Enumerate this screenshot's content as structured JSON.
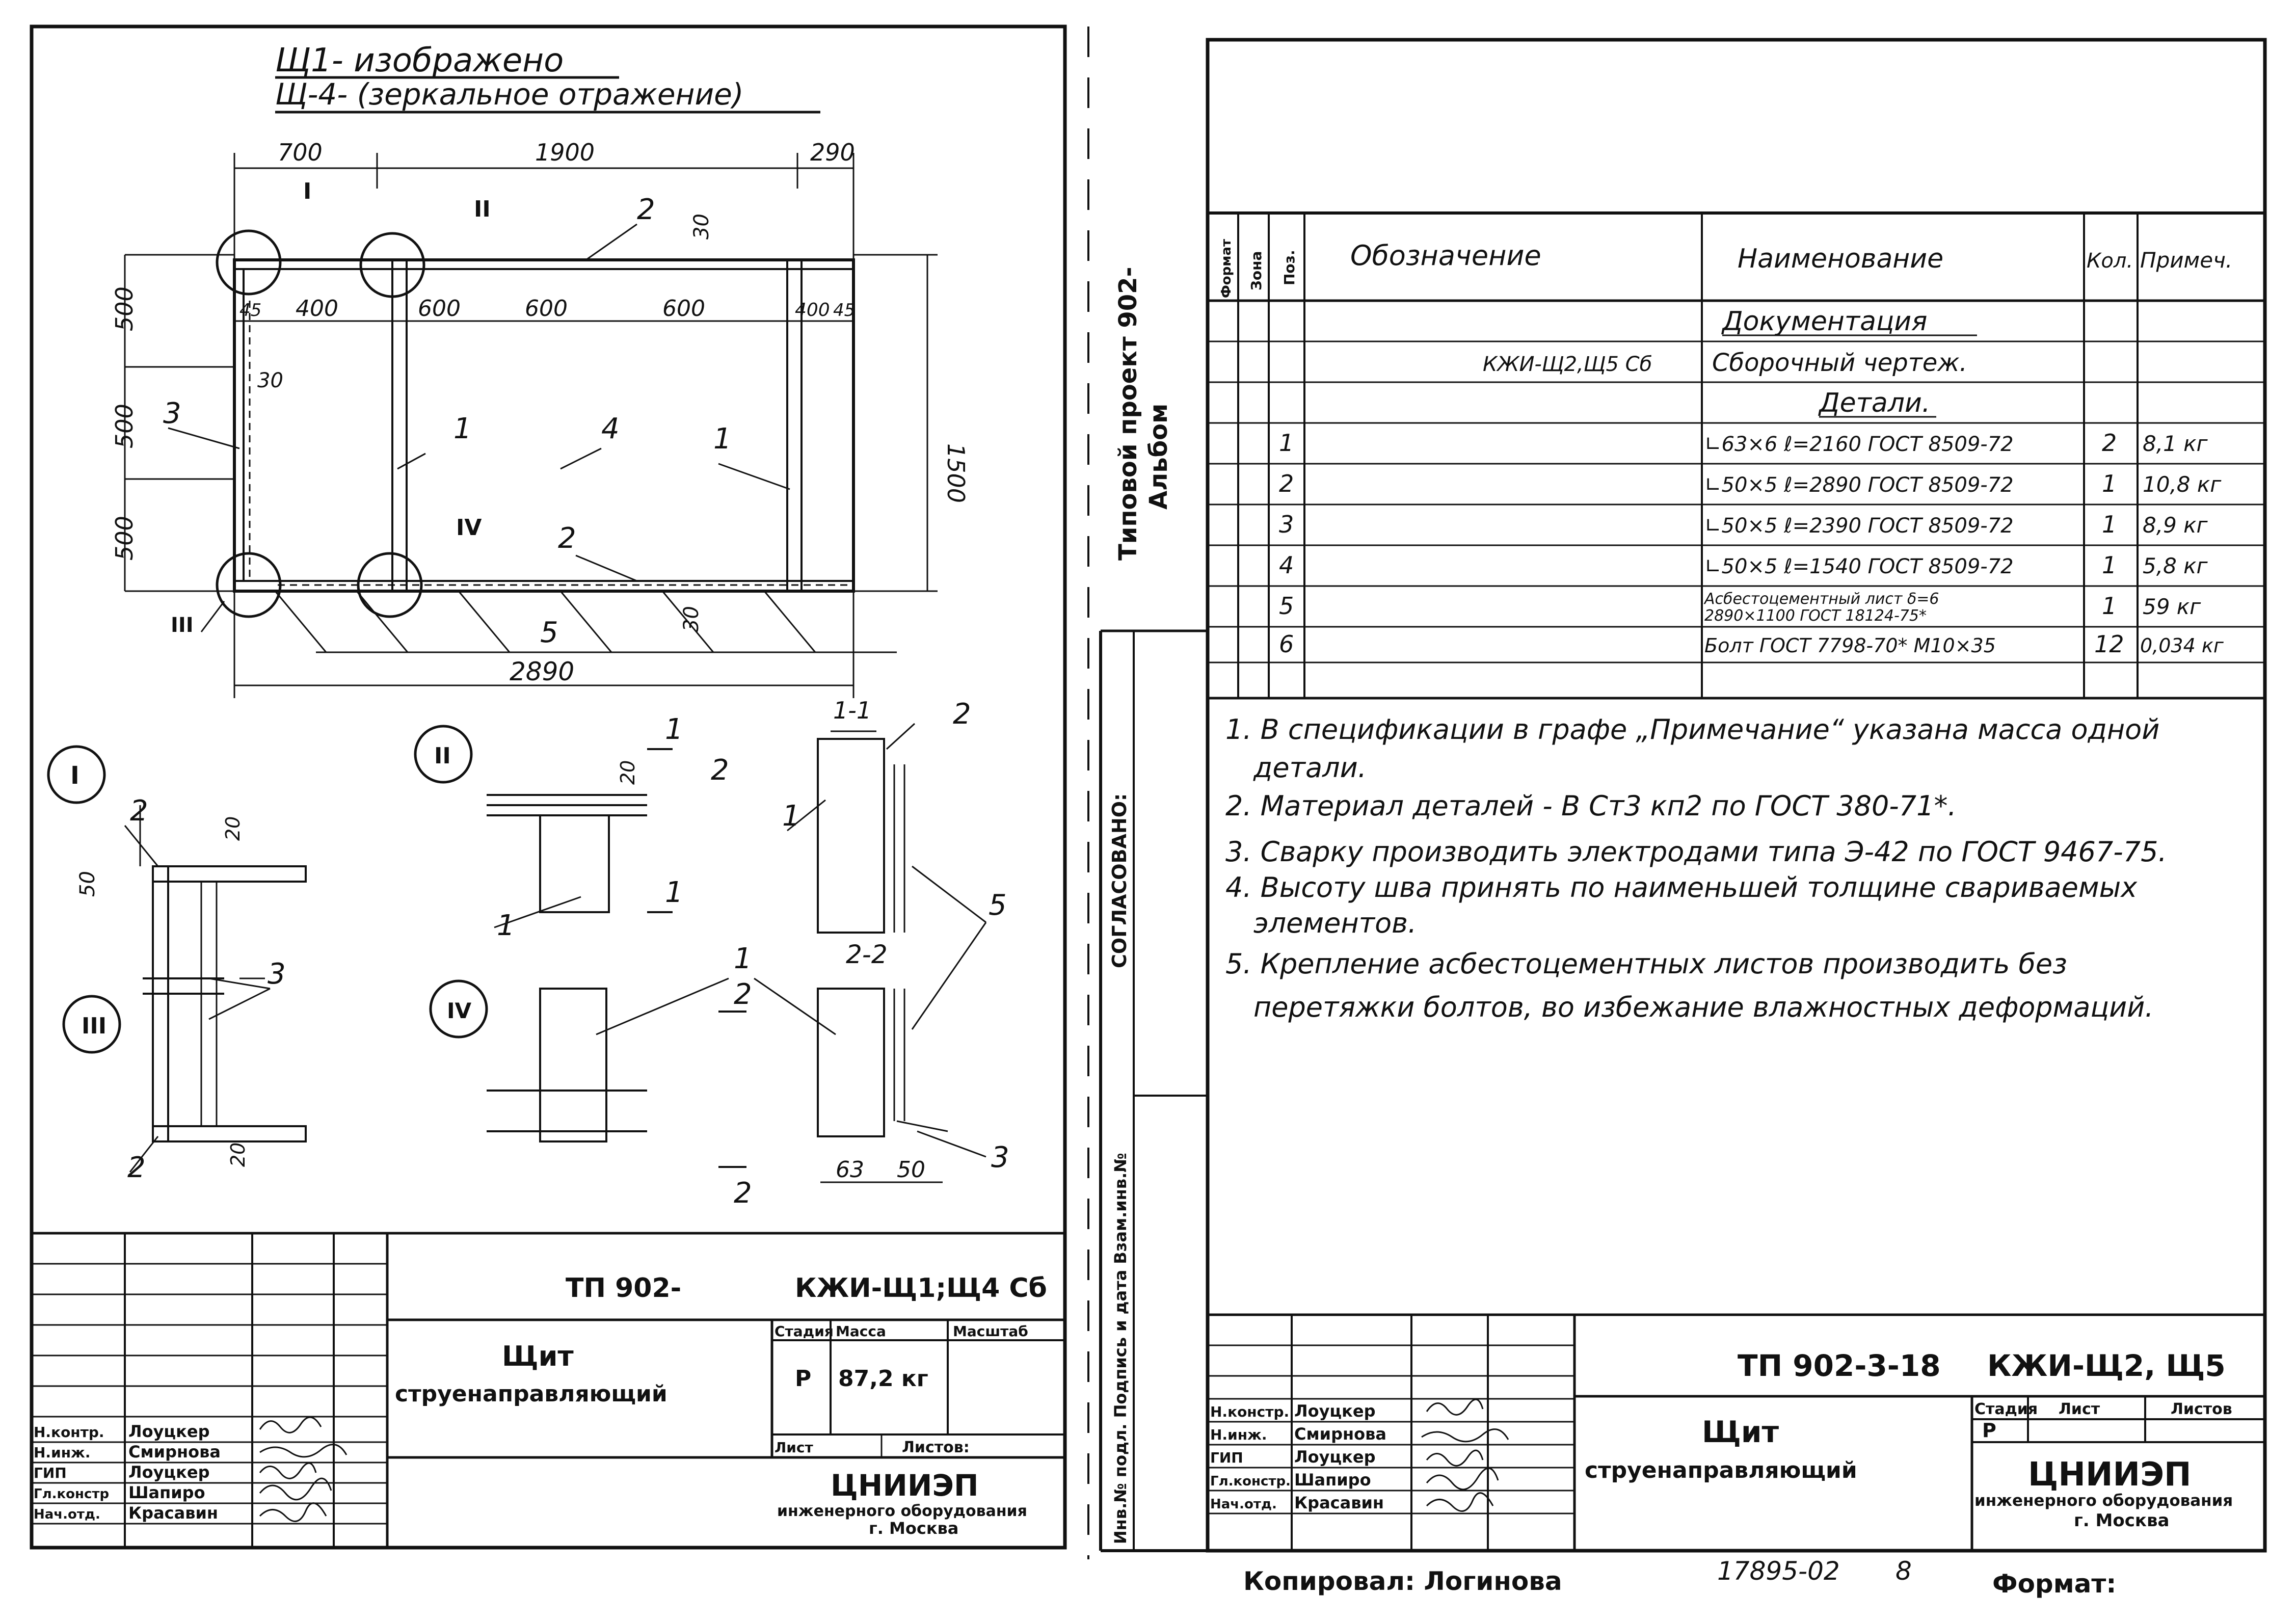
{
  "left_sheet": {
    "title_line1": "Щ1- изображено",
    "title_line2": "Щ-4- (зеркальное отражение)",
    "dims_top": [
      "700",
      "1900",
      "290"
    ],
    "dims_inner": [
      "45",
      "400",
      "600",
      "600",
      "600",
      "400",
      "45"
    ],
    "dim_30_a": "30",
    "dim_30_b": "30",
    "dim_30_c": "30",
    "dims_left": [
      "500",
      "500",
      "500"
    ],
    "dim_right": "1500",
    "dim_bottom": "2890",
    "pos_labels": {
      "p1a": "1",
      "p1b": "1",
      "p2a": "2",
      "p2b": "2",
      "p3": "3",
      "p4": "4",
      "p5": "5"
    },
    "node_labels": {
      "n1": "I",
      "n2": "II",
      "n3": "III",
      "n4": "IV"
    },
    "details": {
      "d1_2": "2",
      "d1_20a": "20",
      "d1_50": "50",
      "d1_3": "3",
      "d1_2b": "2",
      "d1_20b": "20",
      "d2_20": "20",
      "d2_2": "2",
      "d2_1": "1",
      "d2_cut1": "1",
      "d2_cut1b": "1",
      "s11_title": "1-1",
      "s11_2": "2",
      "s11_1": "1",
      "s22_title": "2-2",
      "s_5": "5",
      "d4_1": "1",
      "d4_cut2": "2",
      "d4_cut2b": "2",
      "s22_63": "63",
      "s22_50": "50",
      "s22_3": "3"
    },
    "stamp": {
      "code_left": "ТП 902-",
      "code_right": "КЖИ-Щ1;Щ4 Сб",
      "name_line1": "Щит",
      "name_line2": "струенаправляющий",
      "stage_h": "Стадия",
      "mass_h": "Масса",
      "scale_h": "Масштаб",
      "stage": "Р",
      "mass": "87,2 кг",
      "sheet_h": "Лист",
      "sheets_h": "Листов:",
      "org1": "ЦНИИЭП",
      "org2": "инженерного оборудования",
      "org3": "г. Москва",
      "signers": [
        {
          "role": "Н.контр.",
          "name": "Лоуцкер"
        },
        {
          "role": "Н.инж.",
          "name": "Смирнова"
        },
        {
          "role": "ГИП",
          "name": "Лоуцкер"
        },
        {
          "role": "Гл.констр",
          "name": "Шапиро"
        },
        {
          "role": "Нач.отд.",
          "name": "Красавин"
        }
      ]
    }
  },
  "right_sheet": {
    "side_project": "Типовой проект 902-",
    "side_album": "Альбом",
    "side_agreed": "СОГЛАСОВАНО:",
    "side_inv": "Инв.№ подл. Подпись и дата Взам.инв.№",
    "spec_headers": {
      "format": "Формат",
      "zone": "Зона",
      "pos": "Поз.",
      "designation": "Обозначение",
      "name": "Наименование",
      "qty": "Кол.",
      "note": "Примеч."
    },
    "spec_sections": {
      "documentation": "Документация",
      "doc_designation": "КЖИ-Щ2,Щ5 Сб",
      "doc_name": "Сборочный чертеж.",
      "details": "Детали."
    },
    "spec_rows": [
      {
        "pos": "1",
        "name": "∟63×6 ℓ=2160 ГОСТ 8509-72",
        "qty": "2",
        "note": "8,1 кг"
      },
      {
        "pos": "2",
        "name": "∟50×5 ℓ=2890 ГОСТ 8509-72",
        "qty": "1",
        "note": "10,8 кг"
      },
      {
        "pos": "3",
        "name": "∟50×5 ℓ=2390 ГОСТ 8509-72",
        "qty": "1",
        "note": "8,9 кг"
      },
      {
        "pos": "4",
        "name": "∟50×5 ℓ=1540 ГОСТ 8509-72",
        "qty": "1",
        "note": "5,8 кг"
      },
      {
        "pos": "5",
        "name": "Асбестоцементный лист δ=6",
        "name2": "2890×1100 ГОСТ 18124-75*",
        "qty": "1",
        "note": "59 кг"
      },
      {
        "pos": "6",
        "name": "Болт ГОСТ 7798-70* М10×35",
        "qty": "12",
        "note": "0,034 кг"
      }
    ],
    "notes": [
      "1. В спецификации в графе „Примечание“ указана масса одной",
      "детали.",
      "2. Материал деталей - В Ст3 кп2 по ГОСТ 380-71*.",
      "3. Сварку производить электродами типа Э-42 по ГОСТ 9467-75.",
      "4. Высоту шва принять по наименьшей толщине свариваемых",
      "элементов.",
      "5. Крепление асбестоцементных листов производить без",
      "перетяжки болтов, во избежание влажностных деформаций."
    ],
    "stamp": {
      "code_left": "ТП 902-3-18",
      "code_right": "КЖИ-Щ2, Щ5",
      "name_line1": "Щит",
      "name_line2": "струенаправляющий",
      "stage_h": "Стадия",
      "sheet_h": "Лист",
      "sheets_h": "Листов",
      "stage": "Р",
      "org1": "ЦНИИЭП",
      "org2": "инженерного оборудования",
      "org3": "г. Москва",
      "signers": [
        {
          "role": "Н.констр.",
          "name": "Лоуцкер"
        },
        {
          "role": "Н.инж.",
          "name": "Смирнова"
        },
        {
          "role": "ГИП",
          "name": "Лоуцкер"
        },
        {
          "role": "Гл.констр.",
          "name": "Шапиро"
        },
        {
          "role": "Нач.отд.",
          "name": "Красавин"
        }
      ]
    }
  },
  "footer": {
    "copied": "Копировал: Логинова",
    "number": "17895-02",
    "sheet_no": "8",
    "format": "Формат:"
  }
}
